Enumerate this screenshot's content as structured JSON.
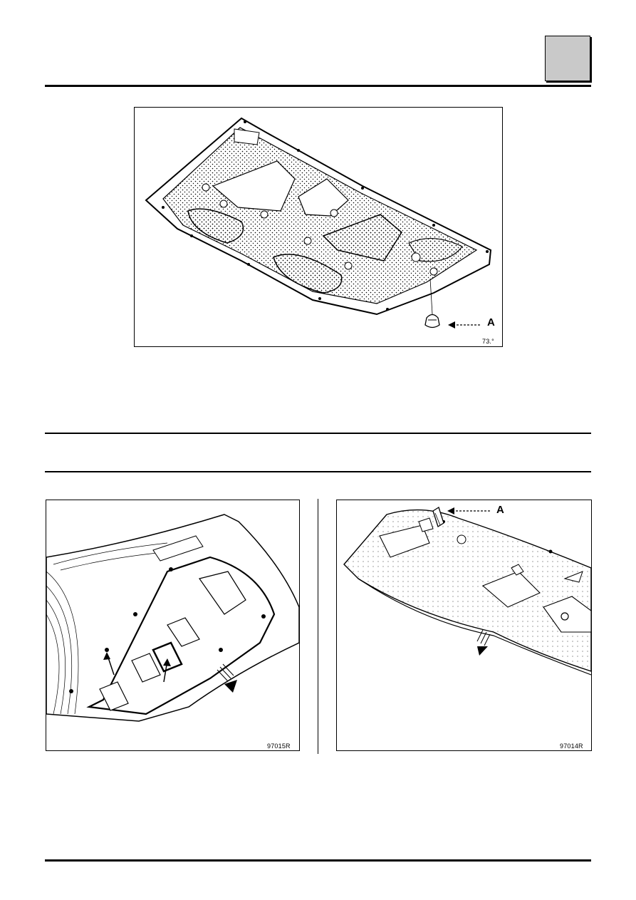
{
  "header": {
    "tab_color": "#c9c9c9"
  },
  "figures": {
    "hood_insulation": {
      "callout": "A",
      "code": "73.°",
      "icon": "hood-insulation-illustration"
    },
    "trunk_lid_left": {
      "code": "97015R",
      "icon": "trunk-lid-trim-removal-illustration"
    },
    "trunk_lid_right": {
      "callout": "A",
      "code": "97014R",
      "icon": "trunk-lid-trim-clip-illustration"
    }
  }
}
